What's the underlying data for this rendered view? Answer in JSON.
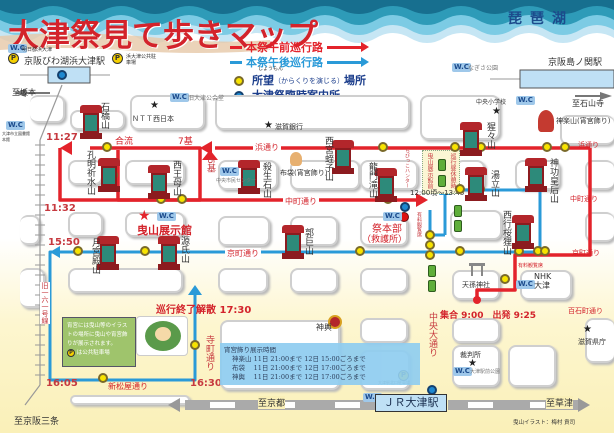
{
  "title": "大津祭見て歩きマップ",
  "lake_label": "琵琶湖",
  "legend": {
    "morning_route": "本祭午前巡行路",
    "afternoon_route": "本祭午後巡行路",
    "shomon_ruby": "しょうもん",
    "shomon": "所望",
    "shomon_note": "（からくりを演じる）",
    "shomon_suffix": "場所",
    "info_center": "大津祭臨時案内所",
    "colors": {
      "morning": "#e3232b",
      "afternoon": "#2a9ad8",
      "shomon_dot": "#f7e300",
      "info_dot": "#1e88d0"
    }
  },
  "stations": {
    "keihan_biwako": "京阪びわ湖浜大津駅",
    "asahi_parking": "明日都浜大津",
    "hamaotsu_parking": "浜大津公共駐車場",
    "keihan_shimanoseki": "京阪島ノ関駅",
    "jr_otsu": "ＪＲ大津駅",
    "to_sakamoto": "至坂本",
    "to_ishiyamadera": "至石山寺",
    "to_keihan_sanjo": "至京阪三条",
    "to_kyoto": "至京都",
    "to_kusatsu": "至草津"
  },
  "landmarks": {
    "wc": "W.C",
    "old_hall": "旧大津公会堂",
    "ntt": "ＮＴＴ西日本",
    "shiga_bank": "滋賀銀行",
    "nagisa_park": "なぎさ公園",
    "chuo_school": "中央小学校",
    "library": "大津市立図書館本館",
    "hikiyama_hall": "曳山展示館",
    "chuo_center": "中央市民センター",
    "festival_hq": "祭本部",
    "first_aid": "（救護所）",
    "tenson_shrine": "天孫神社",
    "nhk": "NHK大津",
    "paid_seats": "有料観覧席",
    "court": "裁判所",
    "otsu_station_park": "大津駅前公園",
    "pref_office": "滋賀県庁",
    "otsu_north_parking": "大津駅北口駐車場",
    "mikoshi": "神輿",
    "sign_center": "ちびっこハンター"
  },
  "streets": {
    "hama": "浜通り",
    "nakamachi": "中町通り",
    "kyomachi": "京町通り",
    "teramachi": "寺町通り",
    "shinmatsuya": "新松屋通り",
    "chuo_odori": "中央大通り",
    "hyakkoku": "百石町通り",
    "route161": "旧一六一号線"
  },
  "floats": [
    "石橋山",
    "孔明祈水山",
    "西王母山",
    "殺生石山",
    "布袋(宵宮飾り)",
    "西宮蛭子山",
    "龍門滝山",
    "猩々山",
    "神楽山(宵宮飾り)",
    "湯立山",
    "神功皇后山",
    "西行桜狸山",
    "月宮殿山",
    "源氏山",
    "郭巨山"
  ],
  "times": {
    "t1127": "11:27",
    "t1132": "11:32",
    "t1550": "15:50",
    "t1605": "16:05",
    "t1630": "16:30",
    "end": "巡行終了解散 17:30",
    "start": "集合 9:00　出発 9:25",
    "rest_range": "12:00頃〜13:45",
    "rest_label": "巡行昼休憩時",
    "rest_hall": "曳山展示館前"
  },
  "junctions": {
    "goryu": "合流",
    "kumi7": "7基",
    "kumi6": "6基"
  },
  "note_box": {
    "lines": [
      "宵宮には曳山等のイラス",
      "トの場所に曳山や宵宮飾",
      "りが展示されます。",
      "は公共駐車場"
    ]
  },
  "info_box": {
    "heading": "宵宮飾り展示時間",
    "rows": [
      "神楽山 11日 21:00まで 12日 15:00ごろまで",
      "布袋　 11日 21:00まで 12日 17:00ごろまで",
      "神輿　 11日 21:00まで 12日 17:00ごろまで"
    ]
  },
  "credit": "曳山イラスト：梅村 貢司"
}
